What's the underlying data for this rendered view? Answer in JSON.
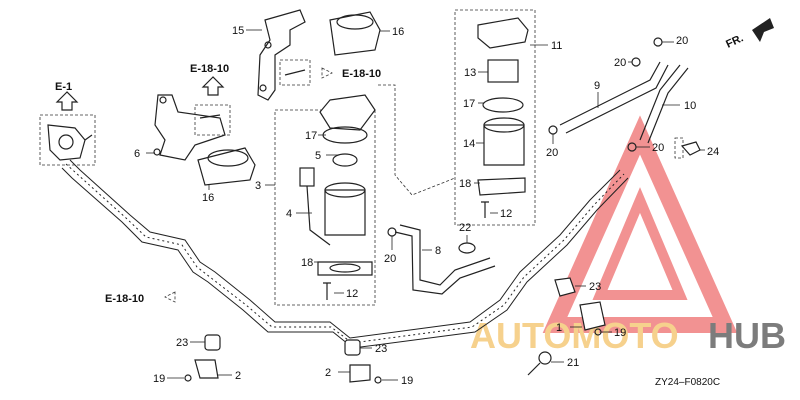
{
  "callouts": [
    "1",
    "2",
    "2",
    "3",
    "4",
    "5",
    "6",
    "8",
    "9",
    "10",
    "11",
    "12",
    "12",
    "13",
    "14",
    "15",
    "16",
    "16",
    "17",
    "17",
    "18",
    "18",
    "19",
    "19",
    "19",
    "20",
    "20",
    "20",
    "20",
    "20",
    "21",
    "22",
    "23",
    "23",
    "23",
    "24"
  ],
  "refs": {
    "e1": "E-1",
    "e1810_top_left": "E-18-10",
    "e1810_top_right": "E-18-10",
    "e1810_bottom_left": "E-18-10"
  },
  "direction": "FR.",
  "drawing_code": "ZY24–F0820C",
  "watermark": {
    "text_auto": "AUTOMOTO",
    "text_hub": "HUB",
    "colors": {
      "primary": "#f08080",
      "secondary": "#f5c97a",
      "dark": "#555555"
    }
  }
}
